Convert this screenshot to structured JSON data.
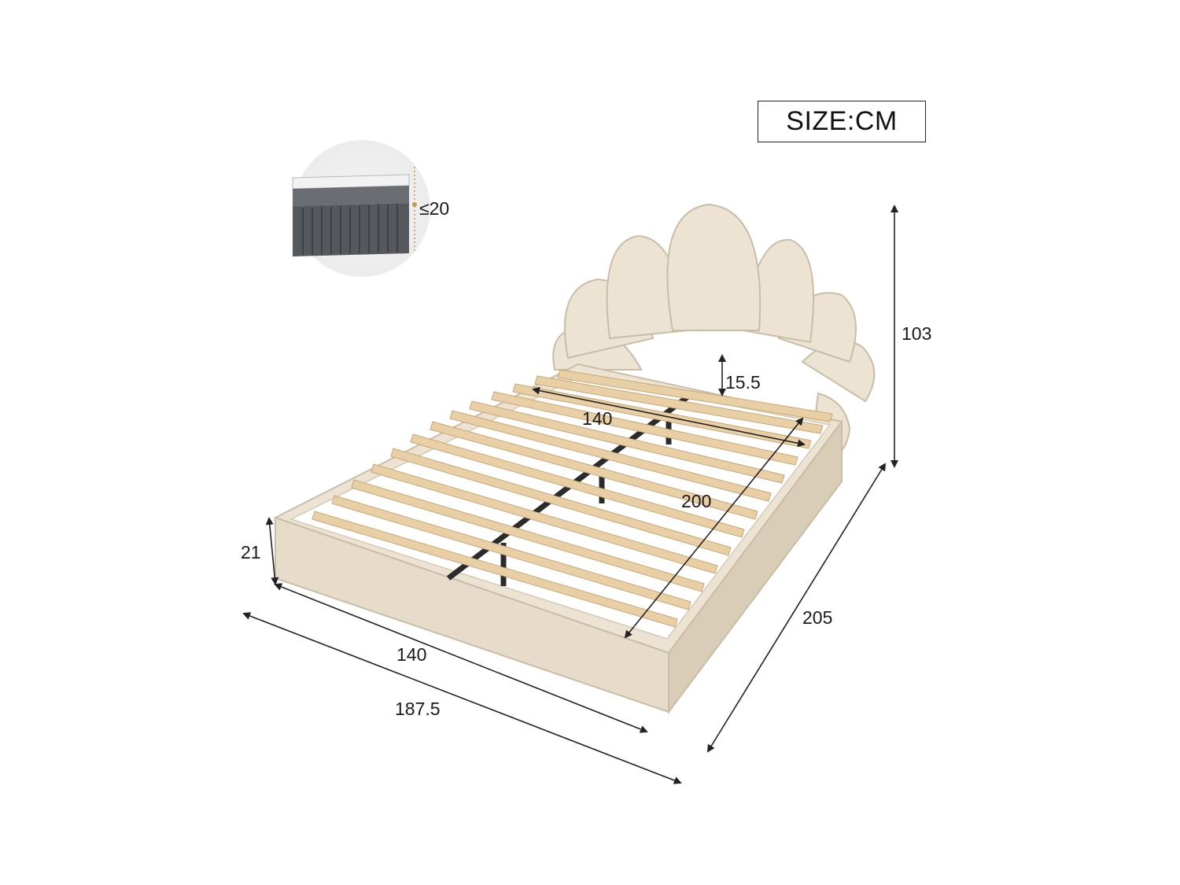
{
  "size_label": "SIZE:CM",
  "mattress_note": "≤20",
  "dimensions": {
    "headboard_height": "103",
    "headboard_gap": "15.5",
    "inner_width": "140",
    "inner_length": "200",
    "frame_height": "21",
    "outer_width": "140",
    "overall_length": "187.5",
    "outer_length": "205"
  },
  "colors": {
    "upholstery": "#ece3d2",
    "upholstery_shadow": "#d9cdb8",
    "slats": "#e9cfa5",
    "slat_edge": "#c9a776",
    "metal": "#2b2b2b",
    "mattress": "#55585c",
    "arrow": "#222222"
  }
}
